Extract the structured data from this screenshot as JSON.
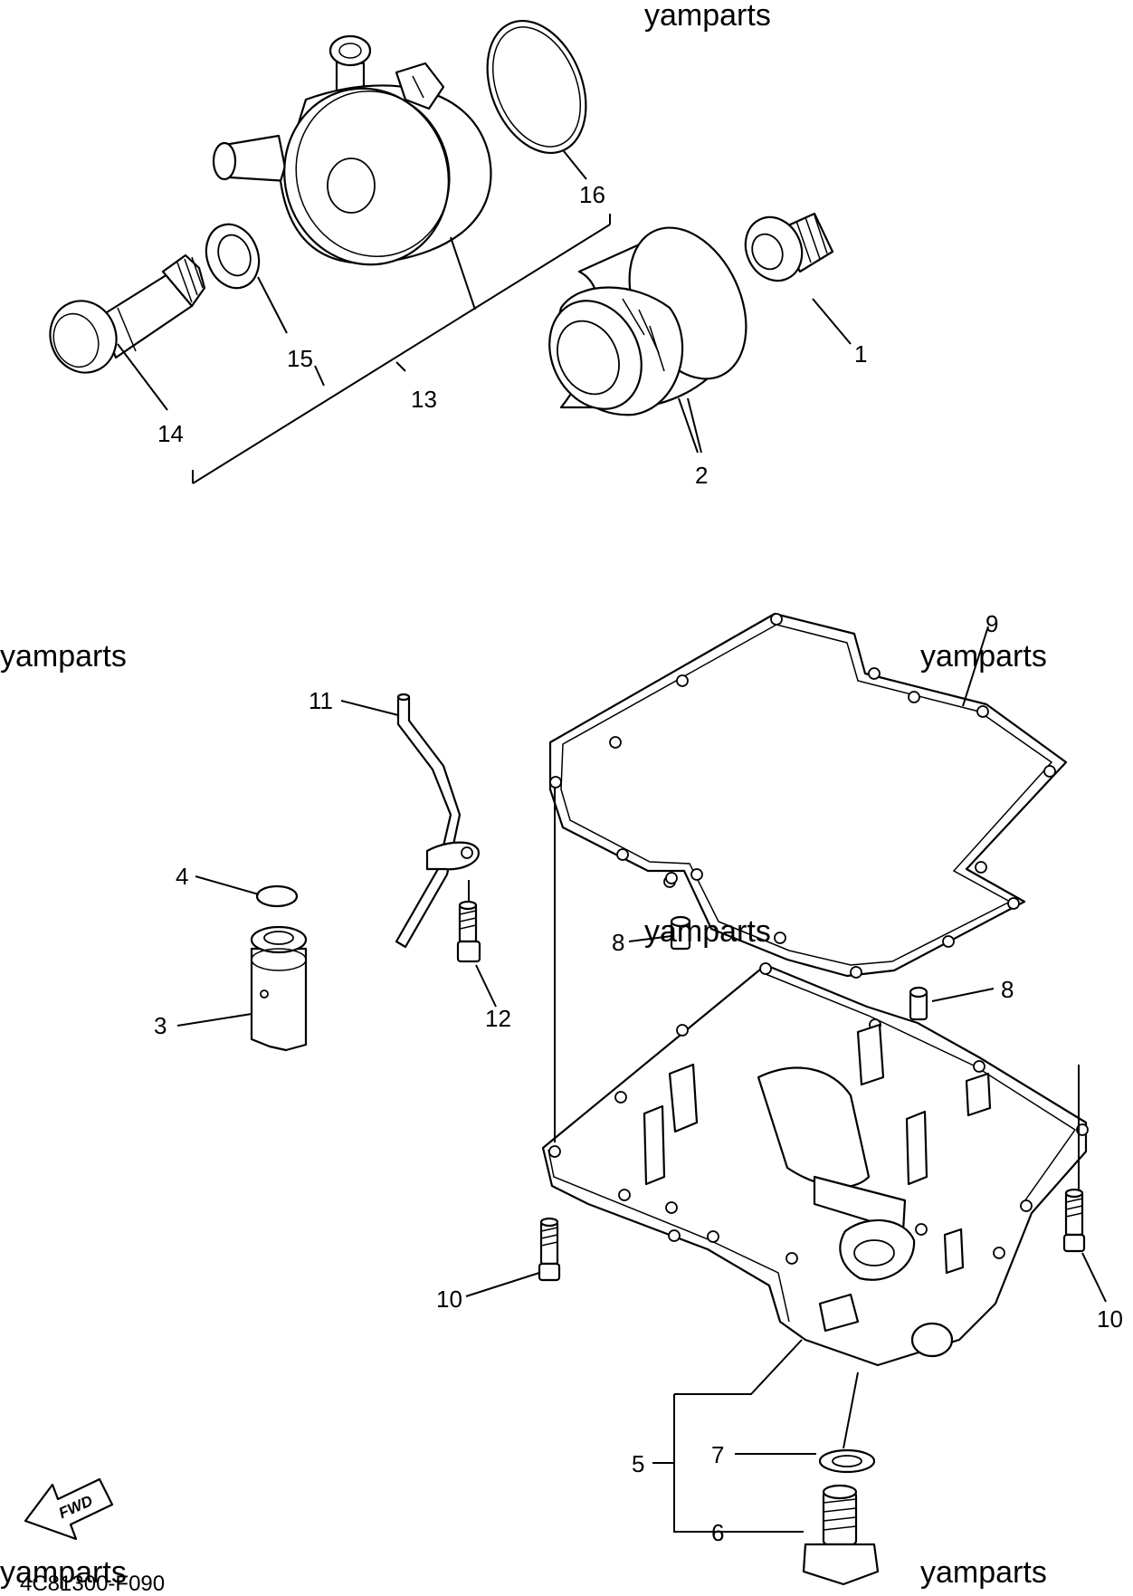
{
  "callouts": {
    "c1": "1",
    "c2": "2",
    "c3": "3",
    "c4": "4",
    "c5": "5",
    "c6": "6",
    "c7": "7",
    "c8a": "8",
    "c8b": "8",
    "c9": "9",
    "c10a": "10",
    "c10b": "10",
    "c11": "11",
    "c12": "12",
    "c13": "13",
    "c14": "14",
    "c15": "15",
    "c16": "16"
  },
  "watermark": "yamparts",
  "diagram_code": "4C81300-F090",
  "fwd_label": "FWD"
}
